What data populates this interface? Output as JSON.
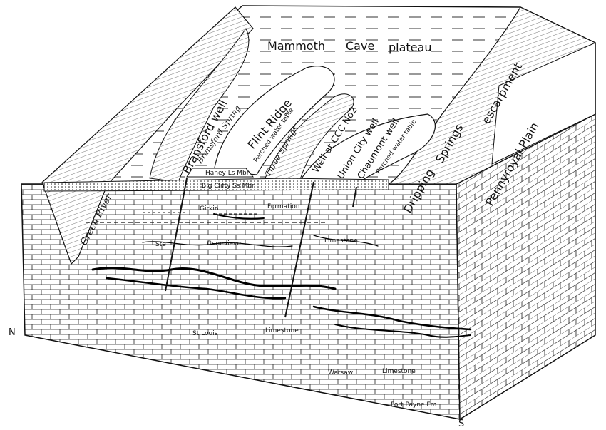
{
  "labels": {
    "mammoth_cave": "Mammoth",
    "cave": "Cave",
    "plateau": "plateau",
    "dripping": "Dripping",
    "springs": "Springs",
    "escarpment": "escarpment",
    "pennyroyal_plain": "Pennyroyal Plain",
    "green_river": "Green River",
    "bransford_well": "Bransford well",
    "bransford_spring": "Bransford Spring",
    "flint_ridge": "Flint Ridge",
    "perched_water_table_1": "Perched water table",
    "three_springs": "Three Springs",
    "well_ccc": "Well at CCC No2",
    "union_city_well": "Union City well",
    "chaumont_well": "Chaumont well",
    "perched_water_table_2": "Perched water table",
    "haney": "Haney Ls Mbr",
    "big_clifty": "Big Clifty Ss Mbr",
    "girkin": "Girkin",
    "formation": "Formation",
    "ste": "Ste",
    "genevieve": "Genevieve",
    "limestone_1": "Limestone",
    "st_louis": "St Louis",
    "limestone_2": "Limestone",
    "warsaw": "Warsaw",
    "limestone_3": "Limestone",
    "fort_payne": "Fort Payne Fm",
    "north": "N",
    "south": "S"
  }
}
